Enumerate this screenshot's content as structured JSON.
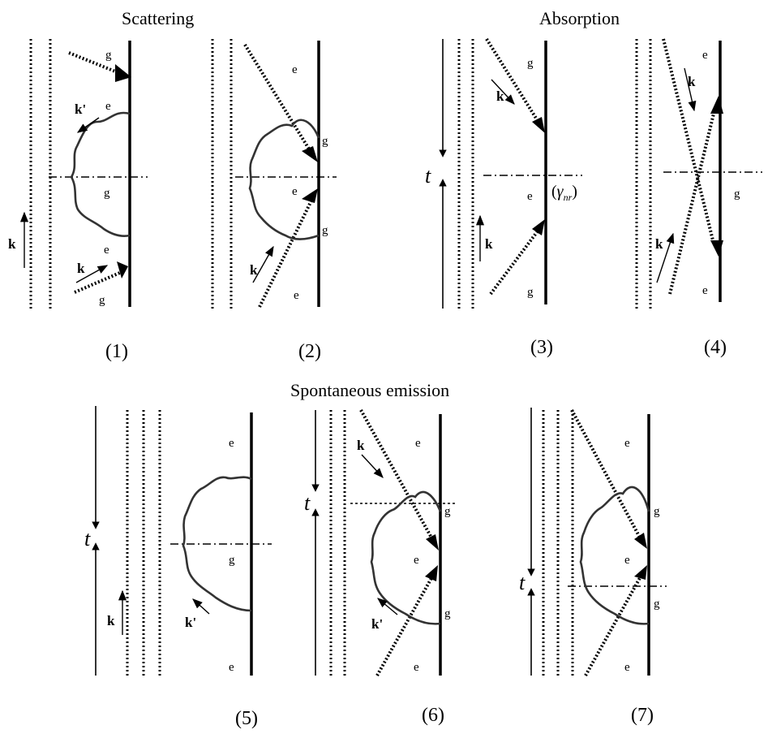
{
  "titles": {
    "scattering": "Scattering",
    "absorption": "Absorption",
    "spontaneous": "Spontaneous emission"
  },
  "diagram_numbers": [
    "(1)",
    "(2)",
    "(3)",
    "(4)",
    "(5)",
    "(6)",
    "(7)"
  ],
  "state_labels": {
    "ground": "g",
    "excited": "e"
  },
  "photon_labels": {
    "incoming": "k",
    "emitted": "k'"
  },
  "time_label": "t",
  "nonradiative_label": "(γnr)",
  "gamma_symbol": "γ",
  "gamma_subscript": "nr",
  "colors": {
    "line": "#000000",
    "wave": "#333333",
    "background": "#ffffff"
  }
}
